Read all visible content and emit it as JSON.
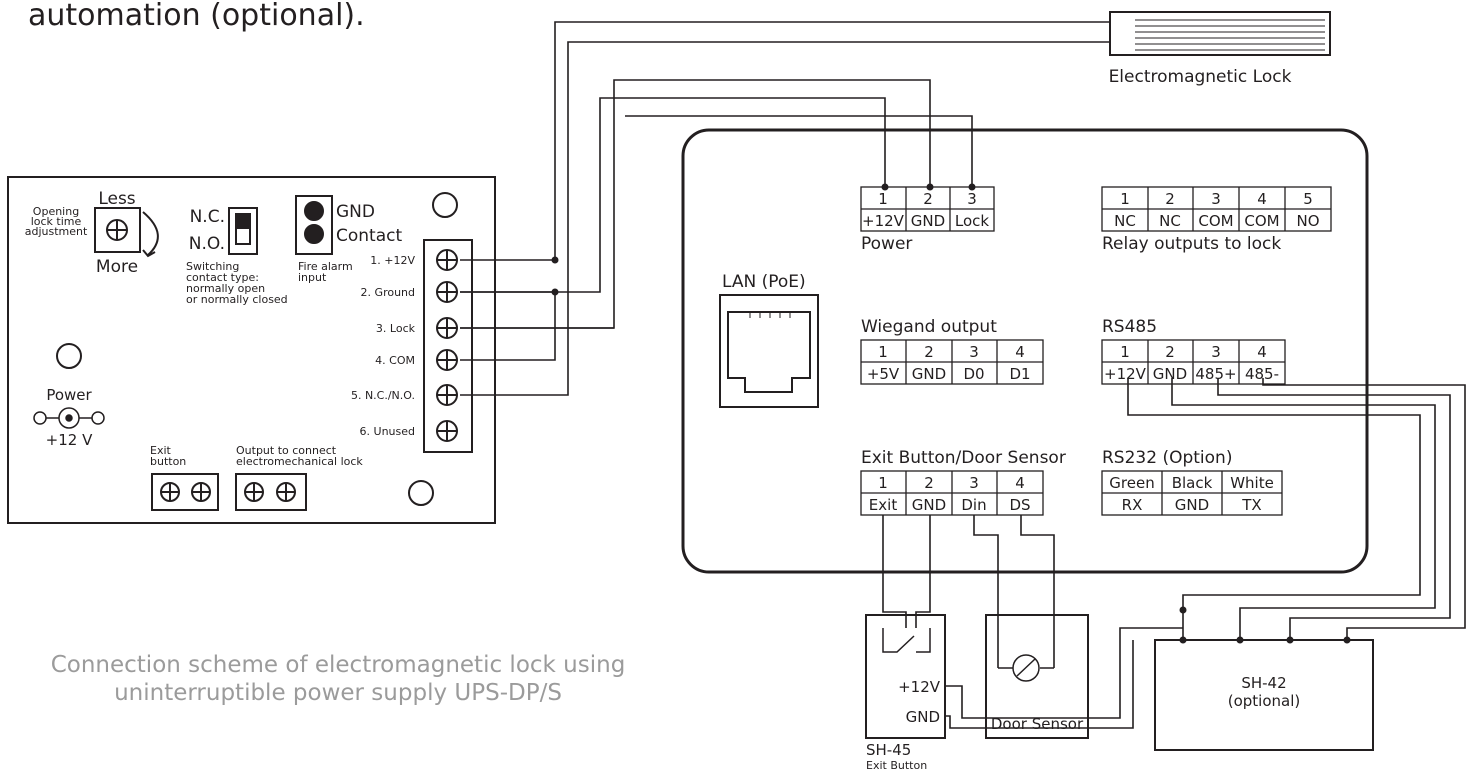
{
  "header_text": "automation (optional).",
  "caption": {
    "line1": "Connection scheme of electromagnetic lock using",
    "line2": "uninterruptible power supply UPS-DP/S"
  },
  "em_lock": {
    "label": "Electromagnetic Lock"
  },
  "ups": {
    "less": "Less",
    "more": "More",
    "opening_adj": [
      "Opening",
      "lock time",
      "adjustment"
    ],
    "nc": "N.C.",
    "no": "N.O.",
    "switching_note": [
      "Switching",
      "contact type:",
      "normally open",
      "or normally closed"
    ],
    "fire_gnd": "GND",
    "fire_contact": "Contact",
    "fire_note": [
      "Fire alarm",
      "input"
    ],
    "power_label": "Power",
    "power_voltage": "+12 V",
    "exit_btn": [
      "Exit",
      "button"
    ],
    "output_lock": [
      "Output to connect",
      "electromechanical lock"
    ],
    "terminals": [
      "1. +12V",
      "2. Ground",
      "3. Lock",
      "4. COM",
      "5. N.C./N.O.",
      "6. Unused"
    ]
  },
  "controller": {
    "lan_label": "LAN (PoE)",
    "power": {
      "title": "Power",
      "nums": [
        "1",
        "2",
        "3"
      ],
      "names": [
        "+12V",
        "GND",
        "Lock"
      ]
    },
    "relay": {
      "title": "Relay outputs to lock",
      "nums": [
        "1",
        "2",
        "3",
        "4",
        "5"
      ],
      "names": [
        "NC",
        "NC",
        "COM",
        "COM",
        "NO"
      ]
    },
    "wiegand": {
      "title": "Wiegand output",
      "nums": [
        "1",
        "2",
        "3",
        "4"
      ],
      "names": [
        "+5V",
        "GND",
        "D0",
        "D1"
      ]
    },
    "rs485": {
      "title": "RS485",
      "nums": [
        "1",
        "2",
        "3",
        "4"
      ],
      "names": [
        "+12V",
        "GND",
        "485+",
        "485-"
      ]
    },
    "exit": {
      "title": "Exit Button/Door Sensor",
      "nums": [
        "1",
        "2",
        "3",
        "4"
      ],
      "names": [
        "Exit",
        "GND",
        "Din",
        "DS"
      ]
    },
    "rs232": {
      "title": "RS232 (Option)",
      "colors": [
        "Green",
        "Black",
        "White"
      ],
      "names": [
        "RX",
        "GND",
        "TX"
      ]
    }
  },
  "sh45": {
    "v12": "+12V",
    "gnd": "GND",
    "name": "SH-45",
    "sub": "Exit Button"
  },
  "door_sensor": {
    "label": "Door Sensor"
  },
  "sh42": {
    "name": "SH-42",
    "sub": "(optional)"
  }
}
